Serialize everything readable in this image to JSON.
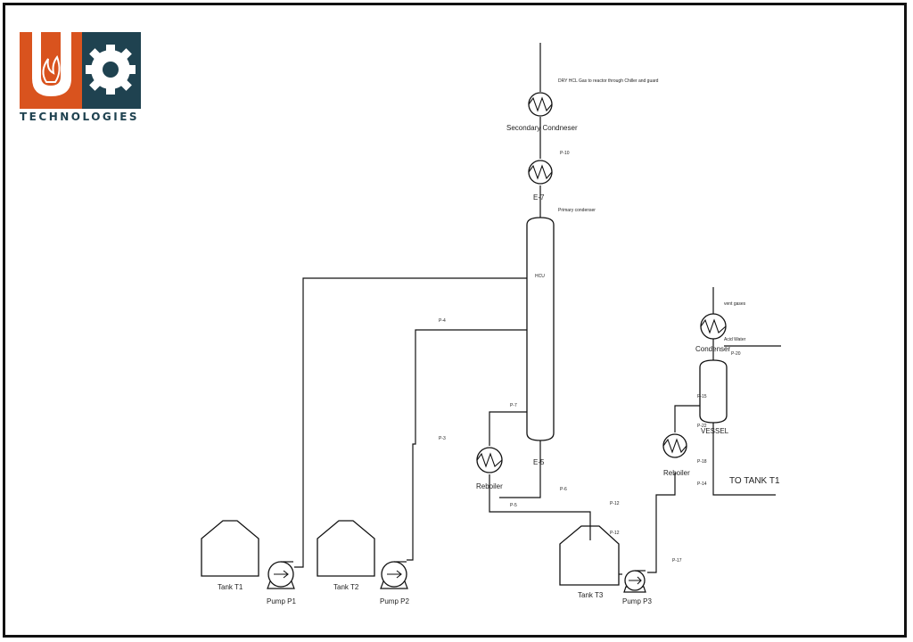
{
  "logo": {
    "text": "TECHNOLOGIES",
    "colors": {
      "orange": "#d9531e",
      "teal": "#1f4250"
    }
  },
  "diagram": {
    "labels": {
      "secondary_condenser": "Secondary Condneser",
      "top_vent": "DRY HCL Gas to reactor through Chiller and guard",
      "p10": "P-10",
      "e7": "E-7",
      "primary_condenser": "Primary condenser",
      "column_top": "HCU",
      "p4": "P-4",
      "p7": "P-7",
      "p3": "P-3",
      "e5": "E-5",
      "reboiler1": "Reboiler",
      "p6": "P-6",
      "p5": "P-5",
      "p12a": "P-12",
      "p12b": "P-12",
      "tank_t1": "Tank T1",
      "tank_t2": "Tank T2",
      "tank_t3": "Tank T3",
      "pump_p1": "Pump P1",
      "pump_p2": "Pump P2",
      "pump_p3": "Pump P3",
      "p17": "P-17",
      "vent_gases": "vent gases",
      "condenser": "Condenser",
      "acid_water": "Acid Water",
      "p20": "P-20",
      "p15": "P-15",
      "p22": "P-22",
      "vessel": "VESSEL",
      "p18": "P-18",
      "p14": "P-14",
      "reboiler2": "Reboiler",
      "to_tank": "TO TANK T1"
    }
  }
}
